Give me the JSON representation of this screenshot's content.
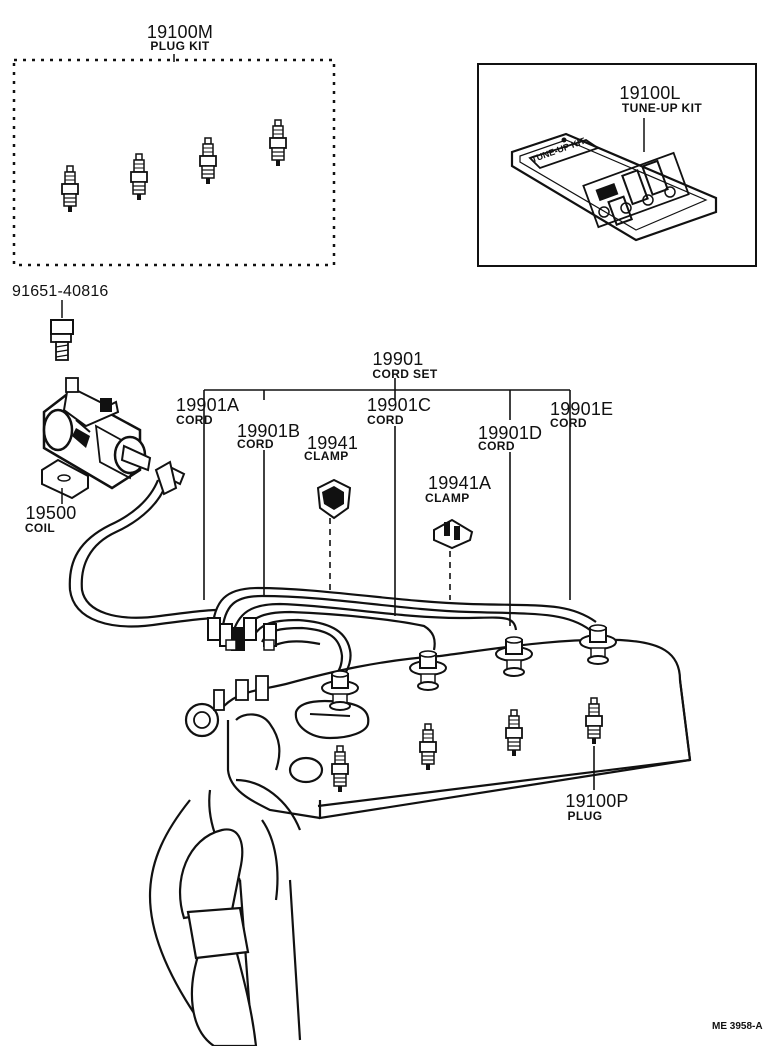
{
  "parts": {
    "plug_kit": {
      "number": "19100M",
      "name": "PLUG KIT"
    },
    "tune_up_kit": {
      "number": "19100L",
      "name": "TUNE-UP KIT"
    },
    "tune_up_kit_card_text": "TUNE-UP KIT",
    "bolt": {
      "number": "91651-40816"
    },
    "coil": {
      "number": "19500",
      "name": "COIL"
    },
    "cord_set": {
      "number": "19901",
      "name": "CORD SET"
    },
    "cord_a": {
      "number": "19901A",
      "name": "CORD"
    },
    "cord_b": {
      "number": "19901B",
      "name": "CORD"
    },
    "cord_c": {
      "number": "19901C",
      "name": "CORD"
    },
    "cord_d": {
      "number": "19901D",
      "name": "CORD"
    },
    "cord_e": {
      "number": "19901E",
      "name": "CORD"
    },
    "clamp": {
      "number": "19941",
      "name": "CLAMP"
    },
    "clamp_a": {
      "number": "19941A",
      "name": "CLAMP"
    },
    "plug": {
      "number": "19100P",
      "name": "PLUG"
    }
  },
  "figure_code": "ME 3958-A",
  "colors": {
    "ink": "#111111",
    "paper": "#ffffff"
  }
}
